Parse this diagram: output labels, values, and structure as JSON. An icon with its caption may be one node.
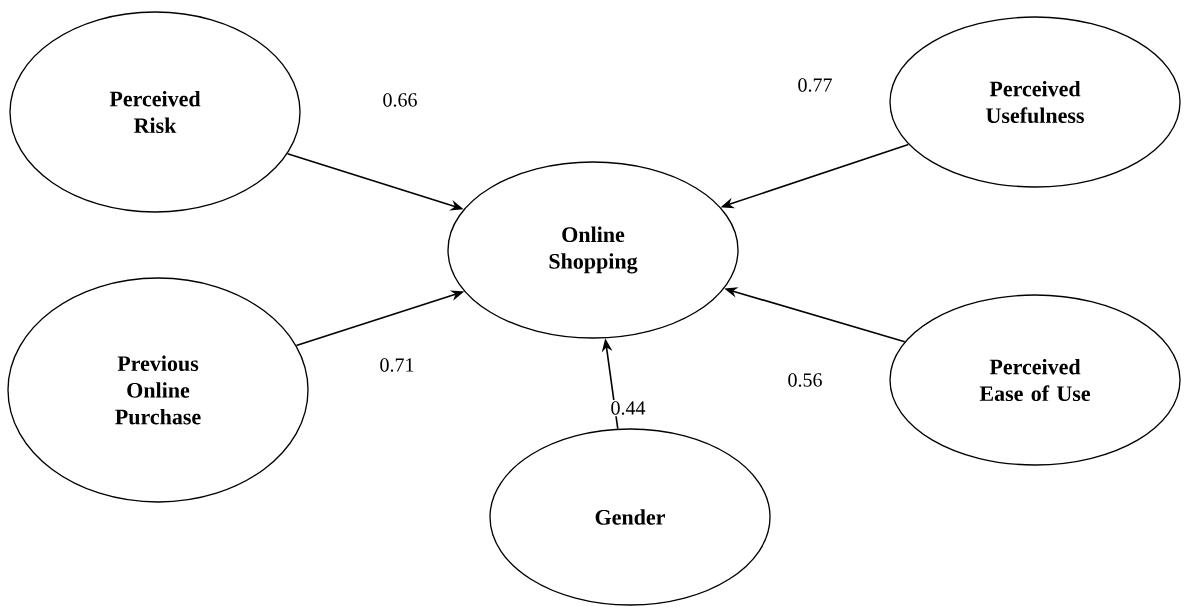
{
  "diagram": {
    "nodes": [
      {
        "text": [
          "Perceived Risk"
        ]
      },
      {
        "text": [
          "Perceived Usefulness"
        ]
      },
      {
        "text": [
          "Online Shopping"
        ]
      },
      {
        "text": [
          "Previous Online Purchase"
        ]
      },
      {
        "text": [
          "Perceived Ease of Use"
        ]
      },
      {
        "text": [
          "Gender"
        ]
      }
    ],
    "edges": [
      {
        "from": 0,
        "to": 2,
        "arrow": "to",
        "label": "0.66"
      },
      {
        "from": 1,
        "to": 2,
        "arrow": "to",
        "label": "0.77"
      },
      {
        "from": 3,
        "to": 2,
        "arrow": "to",
        "label": "0.71"
      },
      {
        "from": 4,
        "to": 2,
        "arrow": "to",
        "label": "0.56"
      },
      {
        "from": 5,
        "to": 2,
        "arrow": "to",
        "label": "0.44"
      }
    ]
  }
}
